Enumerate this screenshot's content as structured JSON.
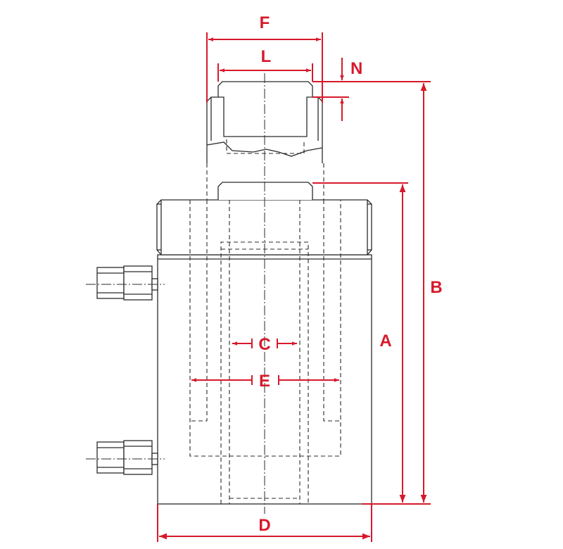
{
  "diagram": {
    "colors": {
      "dimension": "#d7192b",
      "outline": "#2b2b2b"
    },
    "labels": {
      "F": "F",
      "L": "L",
      "N": "N",
      "B": "B",
      "A": "A",
      "C": "C",
      "E": "E",
      "D": "D"
    }
  }
}
